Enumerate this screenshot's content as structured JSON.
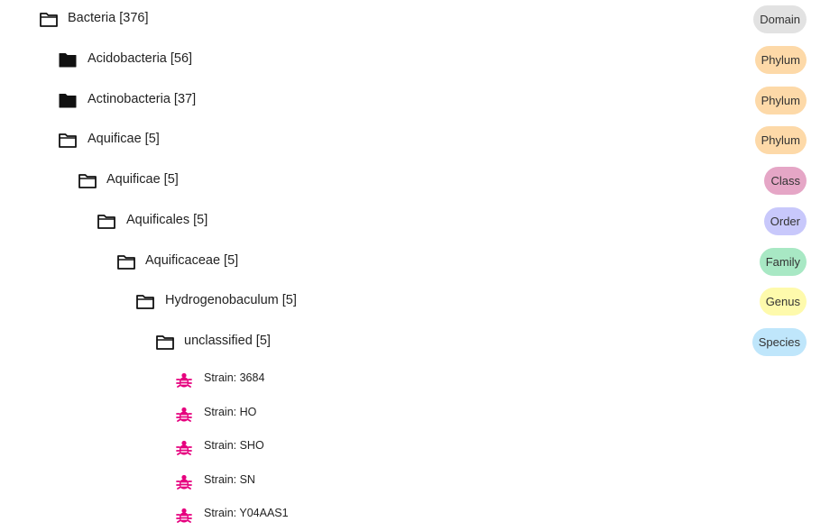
{
  "colors": {
    "domain": "#e2e2e2",
    "phylum": "#fdd9a8",
    "class": "#e5a6c6",
    "order": "#c8c8fb",
    "family": "#a8e8c4",
    "genus": "#fefaac",
    "species": "#bfe6fb",
    "strain_icon": "#e6007e",
    "icon": "#111111"
  },
  "tree": {
    "nodes": [
      {
        "label": "Bacteria [376]",
        "rank": "Domain",
        "icon": "folder-open-icon"
      },
      {
        "label": "Acidobacteria [56]",
        "rank": "Phylum",
        "icon": "folder-closed-icon"
      },
      {
        "label": "Actinobacteria [37]",
        "rank": "Phylum",
        "icon": "folder-closed-icon"
      },
      {
        "label": "Aquificae [5]",
        "rank": "Phylum",
        "icon": "folder-open-icon"
      },
      {
        "label": "Aquificae [5]",
        "rank": "Class",
        "icon": "folder-open-icon"
      },
      {
        "label": "Aquificales [5]",
        "rank": "Order",
        "icon": "folder-open-icon"
      },
      {
        "label": "Aquificaceae [5]",
        "rank": "Family",
        "icon": "folder-open-icon"
      },
      {
        "label": "Hydrogenobaculum [5]",
        "rank": "Genus",
        "icon": "folder-open-icon"
      },
      {
        "label": "unclassified [5]",
        "rank": "Species",
        "icon": "folder-open-icon"
      }
    ],
    "strains": [
      {
        "label": "Strain: 3684",
        "icon": "bug-icon"
      },
      {
        "label": "Strain: HO",
        "icon": "bug-icon"
      },
      {
        "label": "Strain: SHO",
        "icon": "bug-icon"
      },
      {
        "label": "Strain: SN",
        "icon": "bug-icon"
      },
      {
        "label": "Strain: Y04AAS1",
        "icon": "bug-icon"
      }
    ]
  }
}
